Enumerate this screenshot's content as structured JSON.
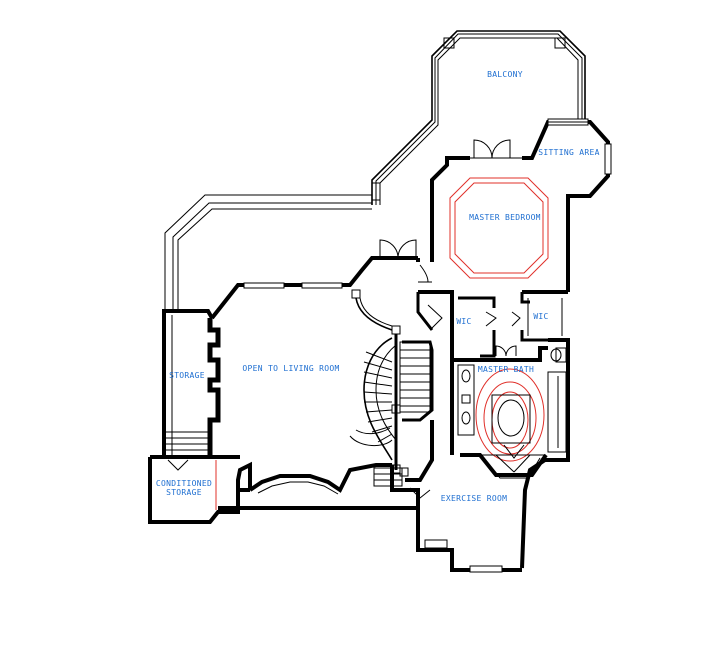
{
  "rooms": {
    "balcony": "BALCONY",
    "sitting_area": "SITTING AREA",
    "master_bedroom": "MASTER BEDROOM",
    "wic_left": "WIC",
    "wic_right": "WIC",
    "master_bath": "MASTER BATH",
    "storage": "STORAGE",
    "living": "OPEN TO LIVING ROOM",
    "conditioned_line1": "CONDITIONED",
    "conditioned_line2": "STORAGE",
    "exercise": "EXERCISE ROOM"
  },
  "colors": {
    "label": "#1f6fd1",
    "ceiling_detail": "#e0302a",
    "wall": "#000000"
  }
}
